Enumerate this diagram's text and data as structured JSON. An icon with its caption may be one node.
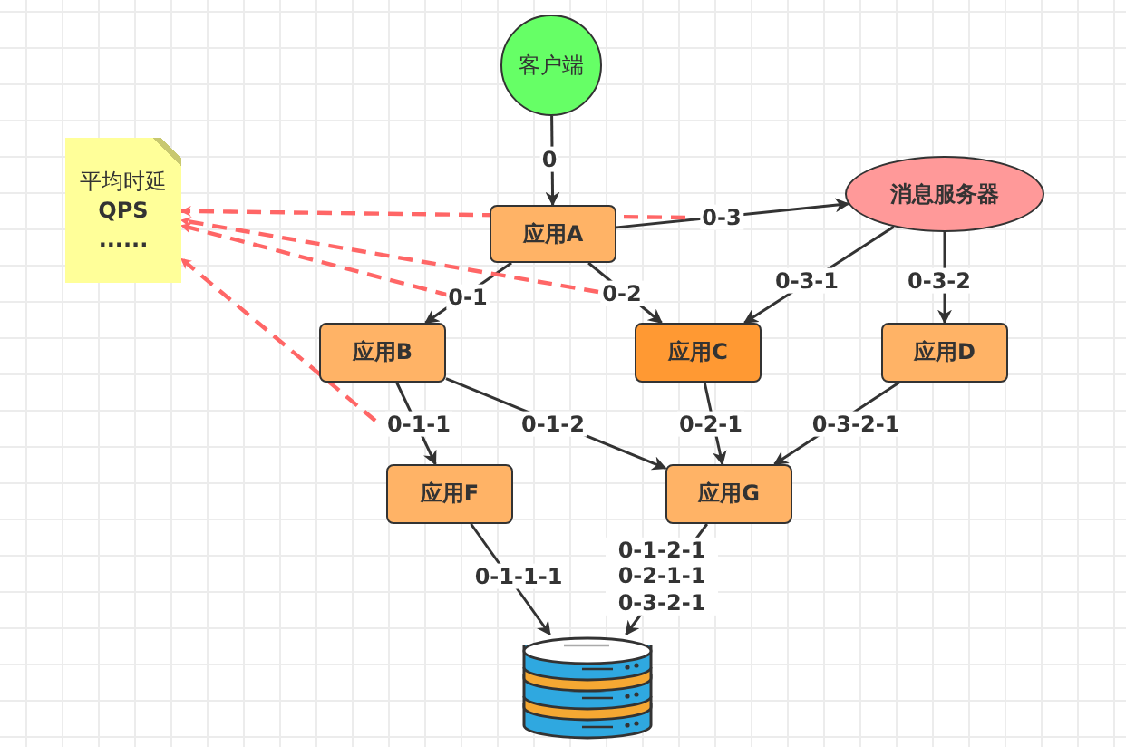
{
  "diagram": {
    "nodes": [
      {
        "text": [
          "客户端"
        ]
      },
      {
        "text": [
          "平均时延",
          "QPS",
          "......"
        ]
      },
      {
        "text": [
          "应用A"
        ]
      },
      {
        "text": [
          "消息服务器"
        ]
      },
      {
        "text": [
          "应用B"
        ]
      },
      {
        "text": [
          "应用C"
        ]
      },
      {
        "text": [
          "应用D"
        ]
      },
      {
        "text": [
          "应用F"
        ]
      },
      {
        "text": [
          "应用G"
        ]
      },
      {
        "text": [],
        "shape": "cylinder"
      }
    ],
    "edges": [
      {
        "from": 0,
        "to": 2,
        "arrow": "to",
        "label": "0"
      },
      {
        "from": 2,
        "to": 3,
        "arrow": "to",
        "label": "0-3"
      },
      {
        "from": 2,
        "to": 4,
        "arrow": "to",
        "label": "0-1"
      },
      {
        "from": 2,
        "to": 5,
        "arrow": "to",
        "label": "0-2"
      },
      {
        "from": 3,
        "to": 5,
        "arrow": "to",
        "label": "0-3-1"
      },
      {
        "from": 3,
        "to": 6,
        "arrow": "to",
        "label": "0-3-2"
      },
      {
        "from": 4,
        "to": 7,
        "arrow": "to",
        "label": "0-1-1"
      },
      {
        "from": 4,
        "to": 8,
        "arrow": "to",
        "label": "0-1-2"
      },
      {
        "from": 5,
        "to": 8,
        "arrow": "to",
        "label": "0-2-1"
      },
      {
        "from": 6,
        "to": 8,
        "arrow": "to",
        "label": "0-3-2-1"
      },
      {
        "from": 7,
        "to": 9,
        "arrow": "to",
        "label": "0-1-1-1"
      },
      {
        "from": 8,
        "to": 9,
        "arrow": "to",
        "label": "0-1-2-1 0-2-1-1 0-3-2-1"
      },
      {
        "from": null,
        "to": 1,
        "arrow": "to",
        "style": "dashed",
        "color": "#ff6666"
      },
      {
        "from": null,
        "to": 1,
        "arrow": "to",
        "style": "dashed",
        "color": "#ff6666"
      },
      {
        "from": null,
        "to": 1,
        "arrow": "to",
        "style": "dashed",
        "color": "#ff6666"
      },
      {
        "from": null,
        "to": 1,
        "arrow": "to",
        "style": "dashed",
        "color": "#ff6666"
      }
    ]
  }
}
